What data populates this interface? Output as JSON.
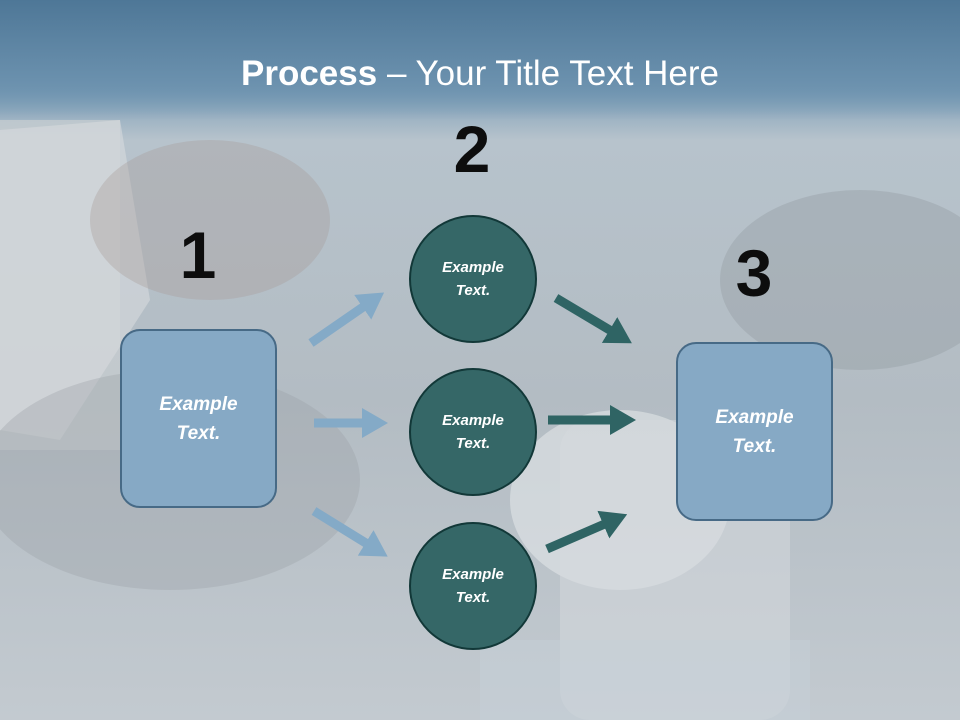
{
  "title": {
    "bold": "Process",
    "rest": " – Your Title Text Here"
  },
  "steps": {
    "one": {
      "number": "1",
      "text": "Example\nText."
    },
    "two": {
      "number": "2",
      "circles": [
        "Example\nText.",
        "Example\nText.",
        "Example\nText."
      ]
    },
    "three": {
      "number": "3",
      "text": "Example\nText."
    }
  },
  "colors": {
    "box_fill": "#86a9c5",
    "circle_fill": "#356767",
    "arrow_light": "#84aac7",
    "arrow_dark": "#2f6464",
    "title_band": "#5f86a6"
  }
}
